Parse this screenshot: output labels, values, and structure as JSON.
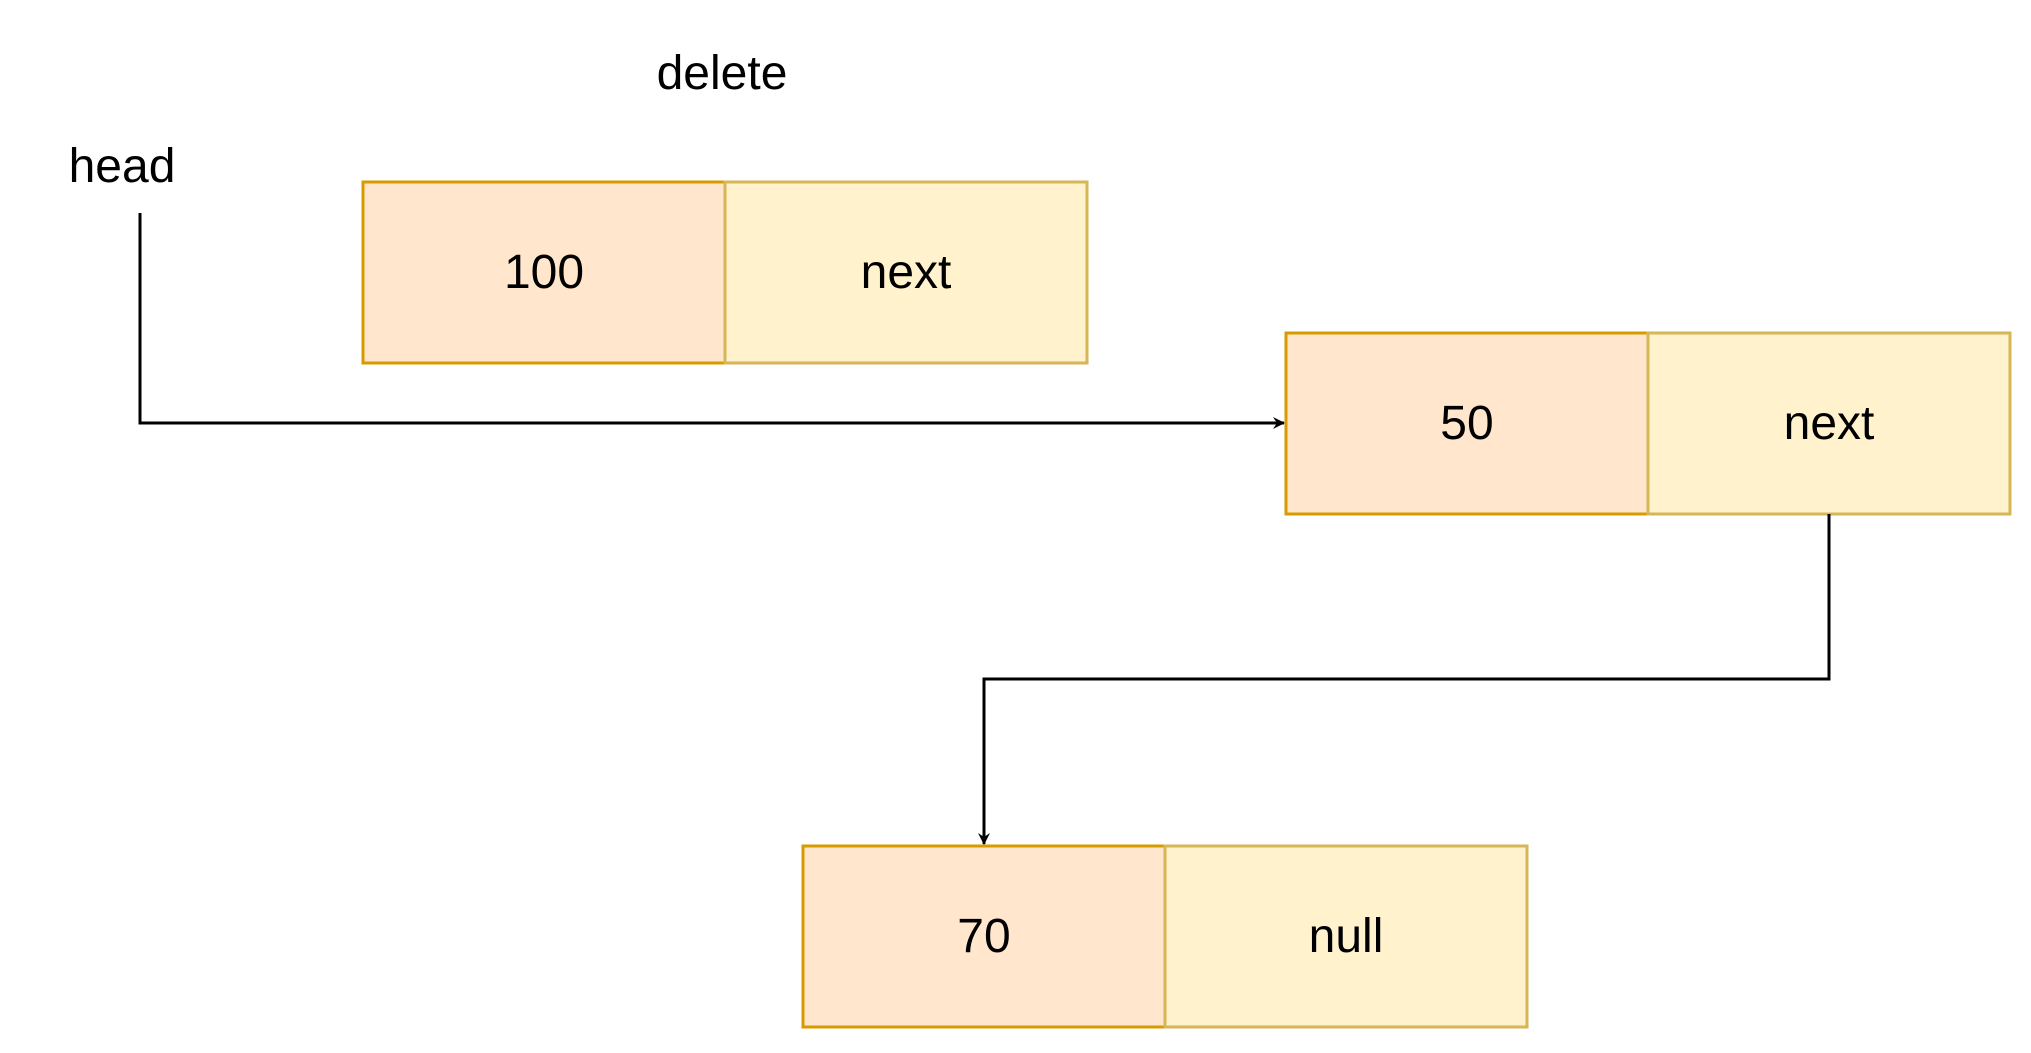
{
  "labels": {
    "delete": "delete",
    "head": "head"
  },
  "colors": {
    "value_fill": "#ffe6cc",
    "value_stroke": "#d79b00",
    "pointer_fill": "#fff2cc",
    "pointer_stroke": "#d6b656",
    "arrow": "#000000"
  },
  "nodes": {
    "deleted": {
      "value": "100",
      "pointer": "next"
    },
    "node_50": {
      "value": "50",
      "pointer": "next"
    },
    "node_70": {
      "value": "70",
      "pointer": "null"
    }
  }
}
